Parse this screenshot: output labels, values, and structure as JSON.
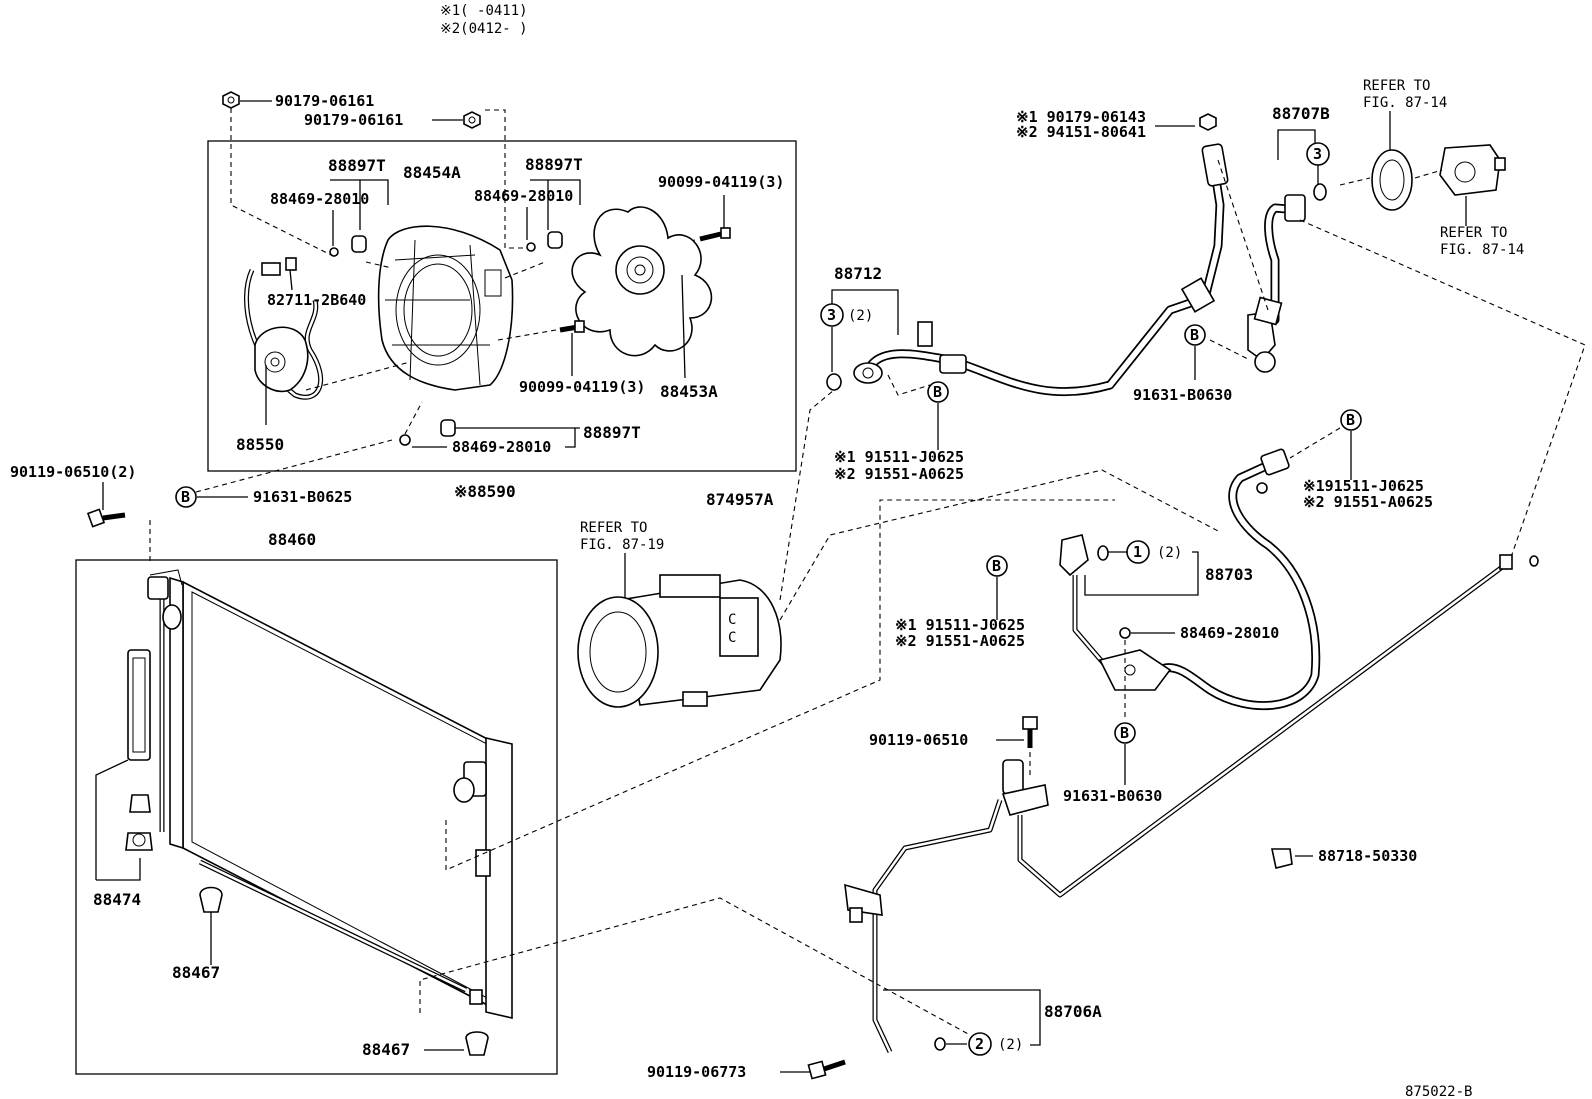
{
  "notes": {
    "note1": "※1(      -0411)",
    "note2": "※2(0412-      )"
  },
  "fan_assembly": {
    "n1": "90179-06161",
    "n2": "90179-06161",
    "grommet_left": "88897T",
    "shroud": "88454A",
    "grommet_right": "88897T",
    "bolt_top": "90099-04119(3)",
    "screw_left": "88469-28010",
    "screw_right": "88469-28010",
    "wire_clamp": "82711-2B640",
    "motor_bolt": "90099-04119(3)",
    "fan": "88453A",
    "motor": "88550",
    "screw_bottom": "88469-28010",
    "grommet_bottom": "88897T",
    "assembly": "※88590"
  },
  "condenser": {
    "bolt": "90119-06510(2)",
    "clamp_b": "91631-B0625",
    "label": "88460",
    "receiver": "88474",
    "cushion_top": "88467",
    "cushion_bottom": "88467"
  },
  "compressor": {
    "part": "874957A",
    "refer": "REFER TO",
    "fig": "FIG. 87-19"
  },
  "suction_hose": {
    "label": "88712",
    "oring_count": "(2)",
    "n1": "※1  91511-J0625",
    "n2": "※2  91551-A0625",
    "clamp": "91631-B0630"
  },
  "top_right": {
    "n1": "※1  90179-06143",
    "n2": "※2  94151-80641",
    "label": "88707B",
    "refer1": "REFER TO",
    "fig1": "FIG. 87-14",
    "refer2": "REFER TO",
    "fig2": "FIG. 87-14"
  },
  "right_side": {
    "n1": "※191511-J0625",
    "n2": "※2  91551-A0625"
  },
  "discharge": {
    "label": "88703",
    "oring_count": "(2)",
    "n1": "※1  91511-J0625",
    "n2": "※2  91551-A0625",
    "screw": "88469-28010",
    "clamp": "91631-B0630"
  },
  "liquid_tube": {
    "bolt": "90119-06510",
    "clip": "88718-50330",
    "label": "88706A",
    "oring_count": "(2)",
    "bolt_bottom": "90119-06773"
  },
  "markers": {
    "b": "B",
    "one": "1",
    "two": "2",
    "three": "3"
  },
  "figure_id": "875022-B"
}
